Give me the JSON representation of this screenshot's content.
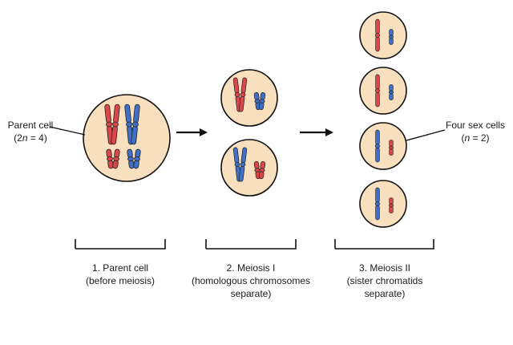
{
  "labels": {
    "parent_cell_line1": "Parent cell",
    "parent_cell_line2_prefix": "(2",
    "parent_cell_line2_n": "n",
    "parent_cell_line2_suffix": " = 4)",
    "sex_cells_line1": "Four sex cells",
    "sex_cells_line2_prefix": "(",
    "sex_cells_line2_n": "n",
    "sex_cells_line2_suffix": " = 2)"
  },
  "stages": [
    {
      "line1": "1. Parent cell",
      "line2": "(before meiosis)",
      "line3": ""
    },
    {
      "line1": "2. Meiosis I",
      "line2": "(homologous chromosomes",
      "line3": "separate)"
    },
    {
      "line1": "3. Meiosis II",
      "line2": "(sister chromatids",
      "line3": "separate)"
    }
  ],
  "colors": {
    "cell_fill": "#f8dfbe",
    "cell_stroke": "#111111",
    "red_chromosome": "#d9474a",
    "blue_chromosome": "#3f70c6",
    "line": "#111111"
  }
}
